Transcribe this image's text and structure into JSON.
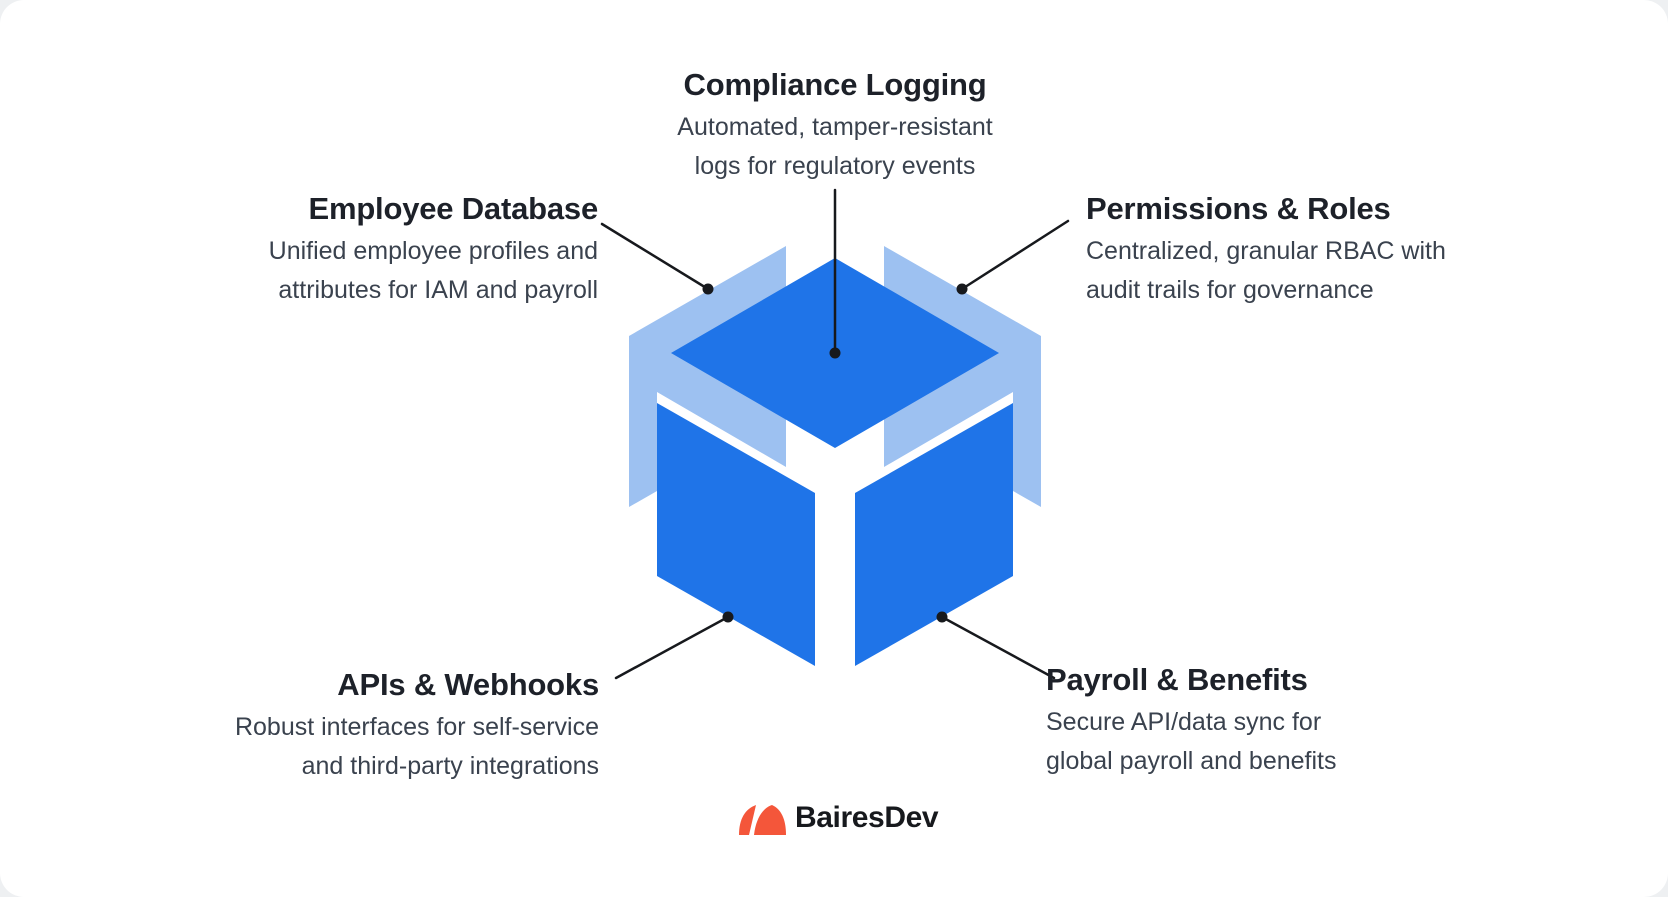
{
  "colors": {
    "cube_blue": "#1f74e8",
    "cube_light_blue": "#9dc1f1",
    "connector": "#17191d",
    "title_text": "#1d2129",
    "body_text": "#3a424e",
    "logo_orange": "#f4563a",
    "card_background": "#ffffff",
    "page_background": "#eef0f2"
  },
  "features": [
    {
      "id": "compliance-logging",
      "title": "Compliance Logging",
      "description_line1": "Automated, tamper-resistant",
      "description_line2": "logs for regulatory events"
    },
    {
      "id": "employee-database",
      "title": "Employee Database",
      "description_line1": "Unified employee profiles and",
      "description_line2": "attributes for IAM and payroll"
    },
    {
      "id": "permissions-roles",
      "title": "Permissions & Roles",
      "description_line1": "Centralized, granular RBAC with",
      "description_line2": "audit trails for governance"
    },
    {
      "id": "apis-webhooks",
      "title": "APIs & Webhooks",
      "description_line1": "Robust interfaces for self-service",
      "description_line2": "and third-party integrations"
    },
    {
      "id": "payroll-benefits",
      "title": "Payroll & Benefits",
      "description_line1": "Secure API/data sync for",
      "description_line2": "global payroll and benefits"
    }
  ],
  "logo": {
    "text": "BairesDev"
  }
}
